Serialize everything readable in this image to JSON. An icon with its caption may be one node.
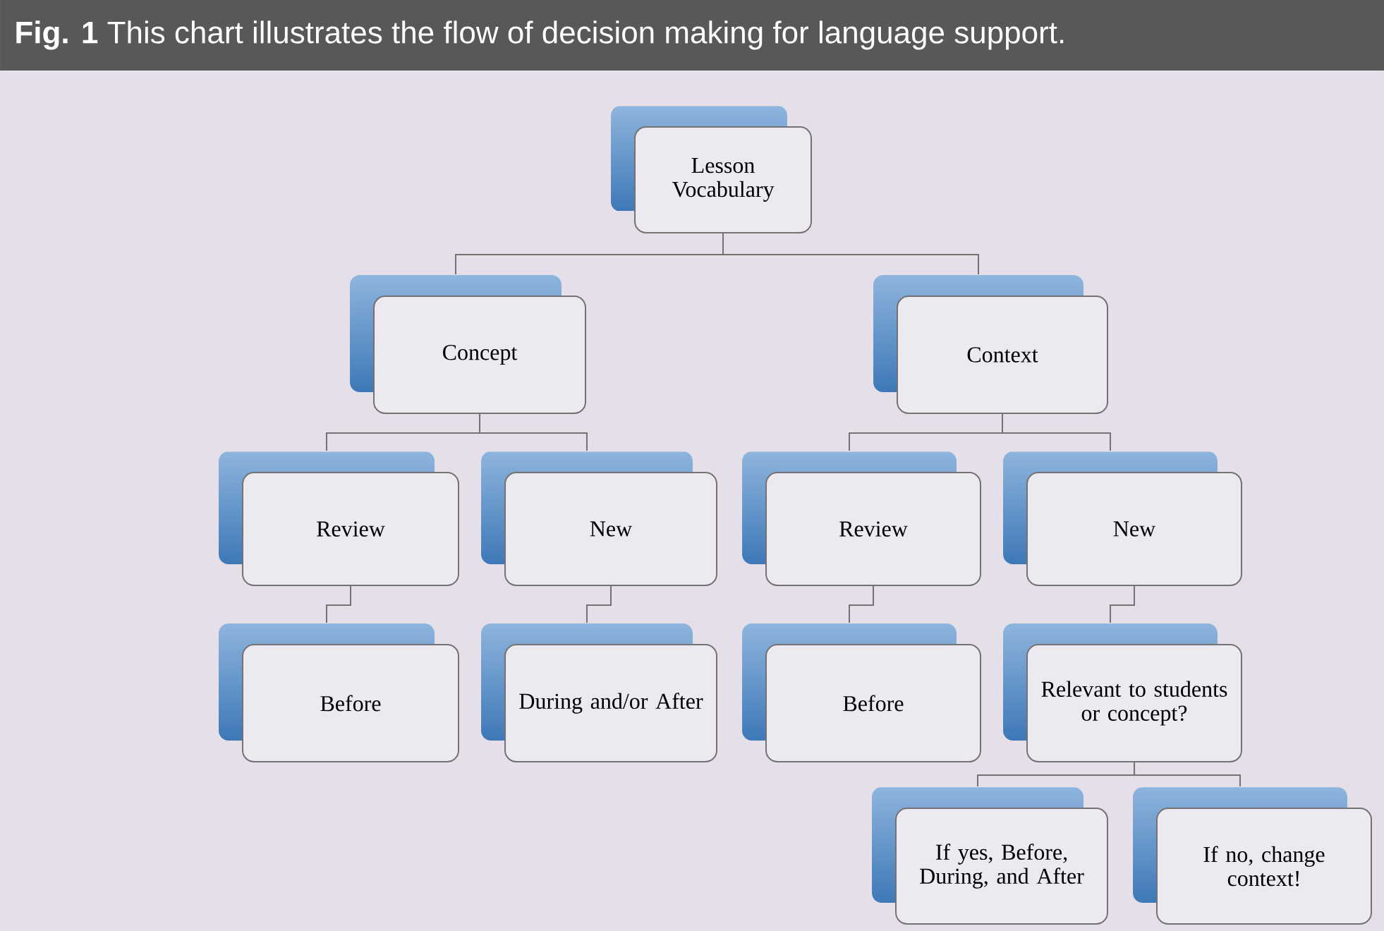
{
  "diagram": {
    "title": "**Fig. 1** This chart illustrates the flow of decision making for language support.",
    "nodes": [
      {
        "text": [
          "Lesson Vocabulary"
        ]
      },
      {
        "text": [
          "Concept"
        ]
      },
      {
        "text": [
          "Context"
        ]
      },
      {
        "text": [
          "Review"
        ]
      },
      {
        "text": [
          "New"
        ]
      },
      {
        "text": [
          "Review"
        ]
      },
      {
        "text": [
          "New"
        ]
      },
      {
        "text": [
          "Before"
        ]
      },
      {
        "text": [
          "During and/or After"
        ]
      },
      {
        "text": [
          "Before"
        ]
      },
      {
        "text": [
          "Relevant to students or concept?"
        ]
      },
      {
        "text": [
          "If yes, Before, During, and After"
        ]
      },
      {
        "text": [
          "If no, change context!"
        ]
      }
    ],
    "edges": [
      {
        "from": 0,
        "to": 1,
        "arrow": "none"
      },
      {
        "from": 0,
        "to": 2,
        "arrow": "none"
      },
      {
        "from": 1,
        "to": 3,
        "arrow": "none"
      },
      {
        "from": 1,
        "to": 4,
        "arrow": "none"
      },
      {
        "from": 2,
        "to": 5,
        "arrow": "none"
      },
      {
        "from": 2,
        "to": 6,
        "arrow": "none"
      },
      {
        "from": 3,
        "to": 7,
        "arrow": "none"
      },
      {
        "from": 4,
        "to": 8,
        "arrow": "none"
      },
      {
        "from": 5,
        "to": 9,
        "arrow": "none"
      },
      {
        "from": 6,
        "to": 10,
        "arrow": "none"
      },
      {
        "from": 10,
        "to": 11,
        "arrow": "none"
      },
      {
        "from": 10,
        "to": 12,
        "arrow": "none"
      }
    ]
  }
}
